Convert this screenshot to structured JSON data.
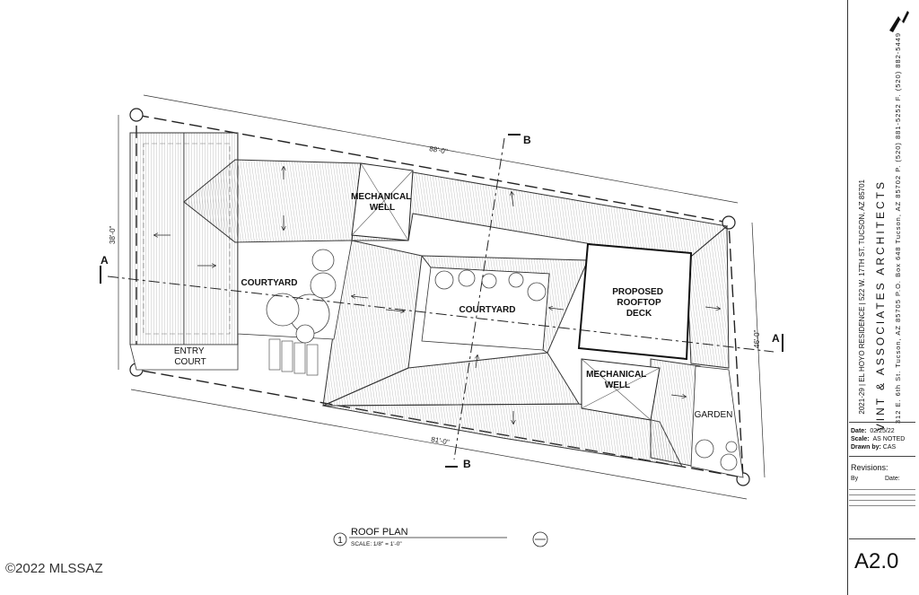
{
  "labels": {
    "mechanical_well_1": "MECHANICAL\nWELL",
    "mechanical_well_2": "MECHANICAL\nWELL",
    "courtyard_1": "COURTYARD",
    "courtyard_2": "COURTYARD",
    "entry_court": "ENTRY\nCOURT",
    "deck": "PROPOSED\nROOFTOP\nDECK",
    "garden": "GARDEN"
  },
  "dimensions": {
    "top": "88'-0\"",
    "bottom": "81'-0\"",
    "left": "38'-0\"",
    "right": "46'-0\""
  },
  "sections": {
    "a": "A",
    "b": "B"
  },
  "plan": {
    "number": "1",
    "title": "ROOF PLAN",
    "scale": "SCALE: 1/8\" = 1'-0\""
  },
  "title_block": {
    "project": "2021-29 | EL HOYO RESIDENCE | 522 W. 17TH ST. TUCSON, AZ 85701",
    "firm": "VINT & ASSOCIATES ARCHITECTS",
    "address": "312 E. 6th St. Tucson, AZ 85705 P.O. Box 648 Tucson, AZ 85702 P. (520) 881-5252 F. (520) 882-5449",
    "date_label": "Date:",
    "date_value": "02/25/22",
    "scale_label": "Scale:",
    "scale_value": "AS NOTED",
    "drawn_label": "Drawn by:",
    "drawn_value": "CAS",
    "revisions_title": "Revisions:",
    "rev_by": "By",
    "rev_date": "Date:",
    "sheet_number": "A2.0"
  },
  "copyright": "©2022 MLSSAZ"
}
